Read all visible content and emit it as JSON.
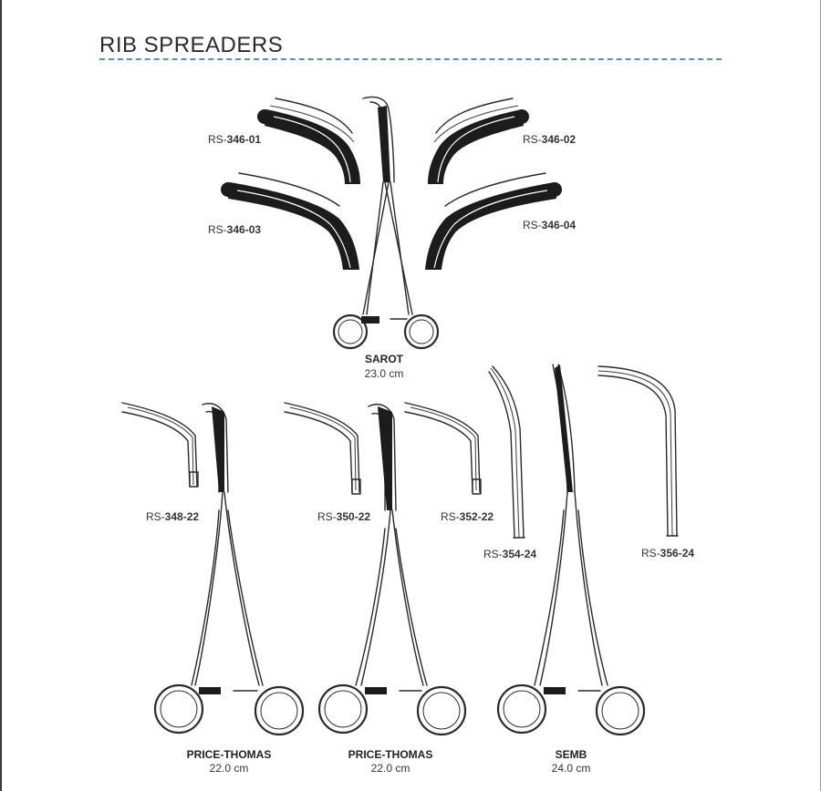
{
  "page": {
    "title": "RIB SPREADERS"
  },
  "sarot": {
    "name": "SAROT",
    "size": "23.0 cm",
    "tips": [
      {
        "prefix": "RS-",
        "number": "346-01"
      },
      {
        "prefix": "RS-",
        "number": "346-02"
      },
      {
        "prefix": "RS-",
        "number": "346-03"
      },
      {
        "prefix": "RS-",
        "number": "346-04"
      }
    ]
  },
  "price_thomas_1": {
    "name": "PRICE-THOMAS",
    "size": "22.0 cm",
    "code": {
      "prefix": "RS-",
      "number": "348-22"
    }
  },
  "price_thomas_2": {
    "name": "PRICE-THOMAS",
    "size": "22.0 cm",
    "codes": [
      {
        "prefix": "RS-",
        "number": "350-22"
      },
      {
        "prefix": "RS-",
        "number": "352-22"
      }
    ]
  },
  "semb": {
    "name": "SEMB",
    "size": "24.0 cm",
    "codes": [
      {
        "prefix": "RS-",
        "number": "354-24"
      },
      {
        "prefix": "RS-",
        "number": "356-24"
      }
    ]
  },
  "colors": {
    "rule": "#5b8fb8",
    "ink": "#2b2b2b"
  }
}
